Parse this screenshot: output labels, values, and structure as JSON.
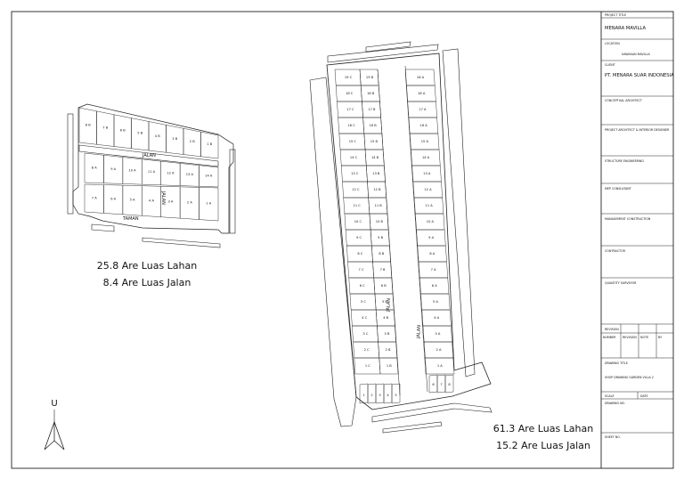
{
  "titleblock": {
    "project_title_label": "PROJECT TITLE",
    "project_title": "MENARA MAVILLA",
    "location_label": "LOCATION",
    "location": "KAWASAN MAVILLA",
    "client_label": "CLIENT",
    "client": "PT. MENARA SUAR INDONESIA",
    "conceptual_architect_label": "CONCEPTUAL ARCHITECT",
    "project_architect_label": "PROJECT ARCHITECT & INTERIOR DESIGNER",
    "structure_label": "STRUCTURE ENGINEERING",
    "mep_label": "MEP CONSULTANT",
    "management_label": "MANAGEMENT CONSTRUCTION",
    "contractor_label": "CONTRACTOR",
    "quantity_label": "QUANTITY SURVEYOR",
    "revision_label": "REVISION",
    "revision_cols": [
      "NUMBER",
      "REVISION",
      "NOTE",
      "BY"
    ],
    "drawing_title_label": "DRAWING TITLE",
    "drawing_title": "SHOP DRAWING GARDEN VILLA 2",
    "scale_label": "SCALE",
    "date_label": "DATE",
    "drawing_no_label": "DRAWING NO.",
    "sheet_label": "SHEET NO."
  },
  "left_plan": {
    "jalan_label": "JALAN",
    "jalan_vertical": "JALAN",
    "taman_label": "TAMAN",
    "top_lots": [
      "8 B",
      "7 B",
      "6 B",
      "5 B",
      "4 B",
      "3 B",
      "2 B",
      "1 B"
    ],
    "middle_lots": [
      "8 A",
      "9 A",
      "10 A",
      "11 A",
      "12 A",
      "13 A",
      "14 A"
    ],
    "bottom_lots": [
      "7 A",
      "6 A",
      "5 A",
      "4 A",
      "3 A",
      "2 A",
      "1 A"
    ],
    "area_text": "25.8 Are Luas Lahan",
    "road_text": "8.4 Are Luas Jalan"
  },
  "right_plan": {
    "jalan_label": "JALAN",
    "col_c": [
      "19 C",
      "18 C",
      "17 C",
      "16 C",
      "15 C",
      "14 C",
      "13 C",
      "12 C",
      "11 C",
      "10 C",
      "9 C",
      "8 C",
      "7 C",
      "6 C",
      "5 C",
      "4 C",
      "3 C",
      "2 C",
      "1 C"
    ],
    "col_b": [
      "19 B",
      "18 B",
      "17 B",
      "16 B",
      "15 B",
      "14 B",
      "13 B",
      "12 B",
      "11 B",
      "10 B",
      "9 B",
      "8 B",
      "7 B",
      "6 B",
      "5 B",
      "4 B",
      "3 B",
      "2 B",
      "1 B"
    ],
    "col_a": [
      "18 A",
      "18 A",
      "17 A",
      "16 A",
      "15 A",
      "14 A",
      "13 A",
      "12 A",
      "11 A",
      "10 A",
      "9 A",
      "8 A",
      "7 A",
      "6 A",
      "5 A",
      "4 A",
      "3 A",
      "2 A",
      "1 A"
    ],
    "bottom_lots": [
      "1",
      "2",
      "3",
      "4",
      "5"
    ],
    "bottom_right_lots": [
      "6",
      "7",
      "8"
    ],
    "area_text": "61.3 Are Luas Lahan",
    "road_text": "15.2 Are Luas Jalan"
  },
  "north": {
    "label": "U"
  }
}
